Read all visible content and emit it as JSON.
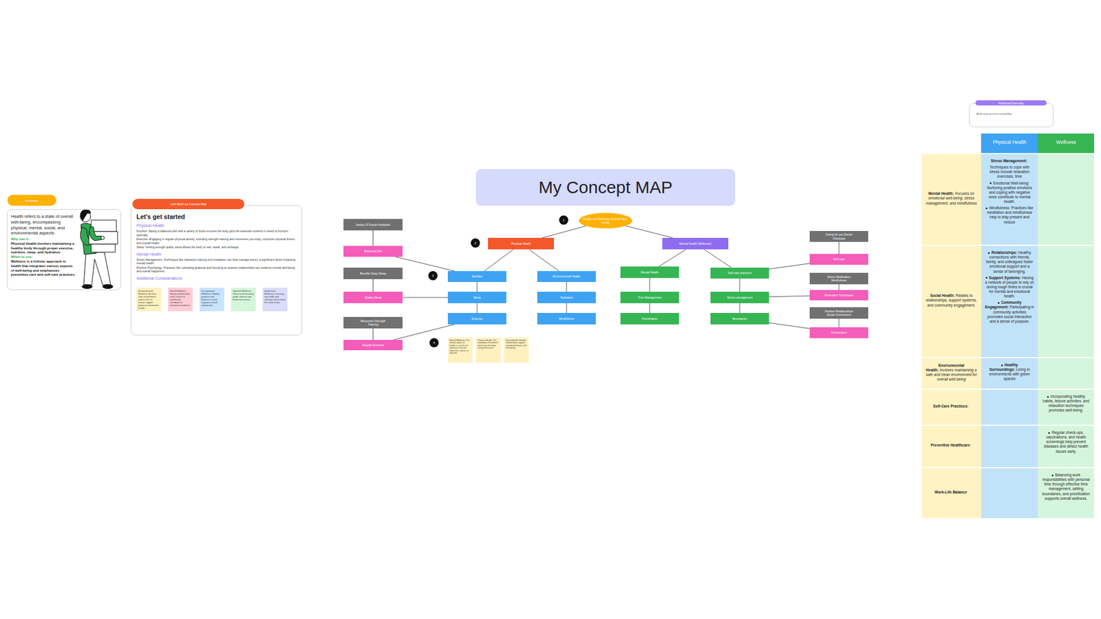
{
  "diagram": {
    "title": "My Concept MAP",
    "nodes": [
      {
        "text": [
          "Illustration"
        ]
      },
      {
        "text": [
          "Health refers to a state of overall well-being, encompassing physical, mental, social, and environmental aspects.",
          "Why use it:",
          "Physical Health involves maintaining a healthy body through proper exercise, nutrition, sleep, and hydration",
          "When to use:",
          "Wellness is a holistic approach to health that integrates various aspects of well-being and emphasizes preventive care and self-care practices."
        ]
      },
      {
        "text": [
          "Let's Build our Concept Map"
        ]
      },
      {
        "text": [
          "Let's get started",
          "Physical Health",
          "Nutrition: Eating a balanced diet with a variety of foods ensures the body gets the essential nutrients it needs to function optimally.",
          "Exercise: Engaging in regular physical activity, including strength training and movement you enjoy, improves physical fitness and overall health.",
          "Sleep: Getting enough quality sleep allows the body to rest, repair, and recharge.",
          "Mental Health",
          "Stress Management: Techniques like relaxation training and meditation can help manage stress, a significant factor impacting mental health.",
          "Positive Psychology: Practices like cultivating gratitude and focusing on positive relationships can enhance mental well-being and overall happiness.",
          "Additional Considerations"
        ]
      },
      {
        "text": [
          "Environmental Wellness: A clean, safe environment and access to nature support physical and mental health."
        ],
        "in": 3
      },
      {
        "text": [
          "Social Wellness: Strong relationships and a sense of community contribute to emotional resilience."
        ],
        "in": 3
      },
      {
        "text": [
          "Occupational Wellness: Finding purpose and balance in work supports overall satisfaction."
        ],
        "in": 3
      },
      {
        "text": [
          "Spiritual Wellness: Values and meaning guide choices and build inner peace."
        ],
        "in": 3
      },
      {
        "text": [
          "Intellectual Wellness: Learning new skills and staying curious keep the mind active."
        ],
        "in": 3
      },
      {
        "text": [
          "Health and Wellness (Overall Well-being)"
        ]
      },
      {
        "text": [
          "Physical Health"
        ]
      },
      {
        "text": [
          "Mental Health (Wellness)"
        ]
      },
      {
        "text": [
          "Variety Of Foods Hydration"
        ]
      },
      {
        "text": [
          "Balanced Diet"
        ]
      },
      {
        "text": [
          "Benefits Deep Sleep"
        ]
      },
      {
        "text": [
          "Quality Sleep"
        ]
      },
      {
        "text": [
          "Movement Strength Training"
        ]
      },
      {
        "text": [
          "Regular Exercise"
        ]
      },
      {
        "text": [
          "Nutrition"
        ]
      },
      {
        "text": [
          "Sleep"
        ]
      },
      {
        "text": [
          "Exercise"
        ]
      },
      {
        "text": [
          "Environmental Health"
        ]
      },
      {
        "text": [
          "Hydration"
        ]
      },
      {
        "text": [
          "Mindfulness"
        ]
      },
      {
        "text": [
          "Mental Health"
        ]
      },
      {
        "text": [
          "Time Management"
        ]
      },
      {
        "text": [
          "Prioritization"
        ]
      },
      {
        "text": [
          "Self-care practices"
        ]
      },
      {
        "text": [
          "Stress management"
        ]
      },
      {
        "text": [
          "Boundaries"
        ]
      },
      {
        "text": [
          "Caring for you Doctor Checkups"
        ]
      },
      {
        "text": [
          "Self-care"
        ]
      },
      {
        "text": [
          "Stress Moderation Mindfulness"
        ]
      },
      {
        "text": [
          "Relaxation Techniques"
        ]
      },
      {
        "text": [
          "Positive Relationships Social Connections"
        ]
      },
      {
        "text": [
          "Connections"
        ]
      },
      {
        "text": [
          "Mental Wellness: The mental aspect of health is crucial as it influences how we think, feel, and act in daily life."
        ]
      },
      {
        "text": [
          "Physical Health: The foundation of wellness that keeps the body strong and active."
        ]
      },
      {
        "text": [
          "Social Health: Healthy relationships support emotional balance and well-being."
        ]
      },
      {
        "text": [
          "Additional Summary"
        ]
      },
      {
        "text": [
          "A little wrap up of the concept Map"
        ]
      }
    ],
    "edges": [
      {
        "from": 9,
        "to": 10,
        "arrow": "none"
      },
      {
        "from": 9,
        "to": 11,
        "arrow": "none"
      },
      {
        "from": 10,
        "to": 18,
        "arrow": "none"
      },
      {
        "from": 10,
        "to": 21,
        "arrow": "none"
      },
      {
        "from": 11,
        "to": 24,
        "arrow": "none"
      },
      {
        "from": 11,
        "to": 27,
        "arrow": "none"
      },
      {
        "from": 18,
        "to": 19,
        "arrow": "none"
      },
      {
        "from": 19,
        "to": 20,
        "arrow": "none"
      },
      {
        "from": 21,
        "to": 22,
        "arrow": "none"
      },
      {
        "from": 22,
        "to": 23,
        "arrow": "none"
      },
      {
        "from": 24,
        "to": 25,
        "arrow": "none"
      },
      {
        "from": 25,
        "to": 26,
        "arrow": "none"
      },
      {
        "from": 27,
        "to": 28,
        "arrow": "none"
      },
      {
        "from": 28,
        "to": 29,
        "arrow": "none"
      },
      {
        "from": 12,
        "to": 13,
        "arrow": "none"
      },
      {
        "from": 14,
        "to": 15,
        "arrow": "none"
      },
      {
        "from": 16,
        "to": 17,
        "arrow": "none"
      },
      {
        "from": 13,
        "to": 18,
        "arrow": "none"
      },
      {
        "from": 15,
        "to": 19,
        "arrow": "none"
      },
      {
        "from": 17,
        "to": 20,
        "arrow": "none"
      },
      {
        "from": 30,
        "to": 31,
        "arrow": "none"
      },
      {
        "from": 32,
        "to": 33,
        "arrow": "none"
      },
      {
        "from": 34,
        "to": 35,
        "arrow": "none"
      },
      {
        "from": 27,
        "to": 31,
        "arrow": "none"
      },
      {
        "from": 28,
        "to": 33,
        "arrow": "none"
      },
      {
        "from": 29,
        "to": 35,
        "arrow": "none"
      }
    ],
    "labels": [
      "1",
      "2",
      "3",
      "4",
      "Physical Health",
      "Wellness",
      "Mental Health:",
      "Focuses on emotional well-being, stress management, and mindfulness",
      "Stress Management:",
      "Techniques to cope with stress include relaxation exercises, time",
      "Emotional Well-being: Nurturing positive emotions and coping with negative ones contribute to mental health.",
      "Mindfulness: Practices like meditation and mindfulness help to stay present and reduce",
      "Social Health:",
      "Relates to relationships, support systems, and community engagement.",
      "Relationships:",
      "Healthy connections with friends, family, and colleagues foster emotional support and a sense of belonging.",
      "Support Systems:",
      "Having a network of people to rely on during tough times is crucial for mental and emotional health.",
      "Community Engagement:",
      "Participating in community activities promotes social interaction and a sense of purpose.",
      "Environmental Health:",
      "Involves maintaining a safe and clean environment for overall well-being",
      "Healthy Surroundings:",
      "Living in environments with green spaces",
      "Self-Care Practices:",
      "Incorporating healthy habits, leisure activities, and relaxation techniques promotes well-being.",
      "Preventive Healthcare:",
      "Regular check-ups, vaccinations, and health screenings help prevent diseases and detect health issues early.",
      "Work-Life Balance",
      "Balancing work responsibilities with personal time through effective time management, setting boundaries, and prioritization supports overall wellness."
    ]
  }
}
